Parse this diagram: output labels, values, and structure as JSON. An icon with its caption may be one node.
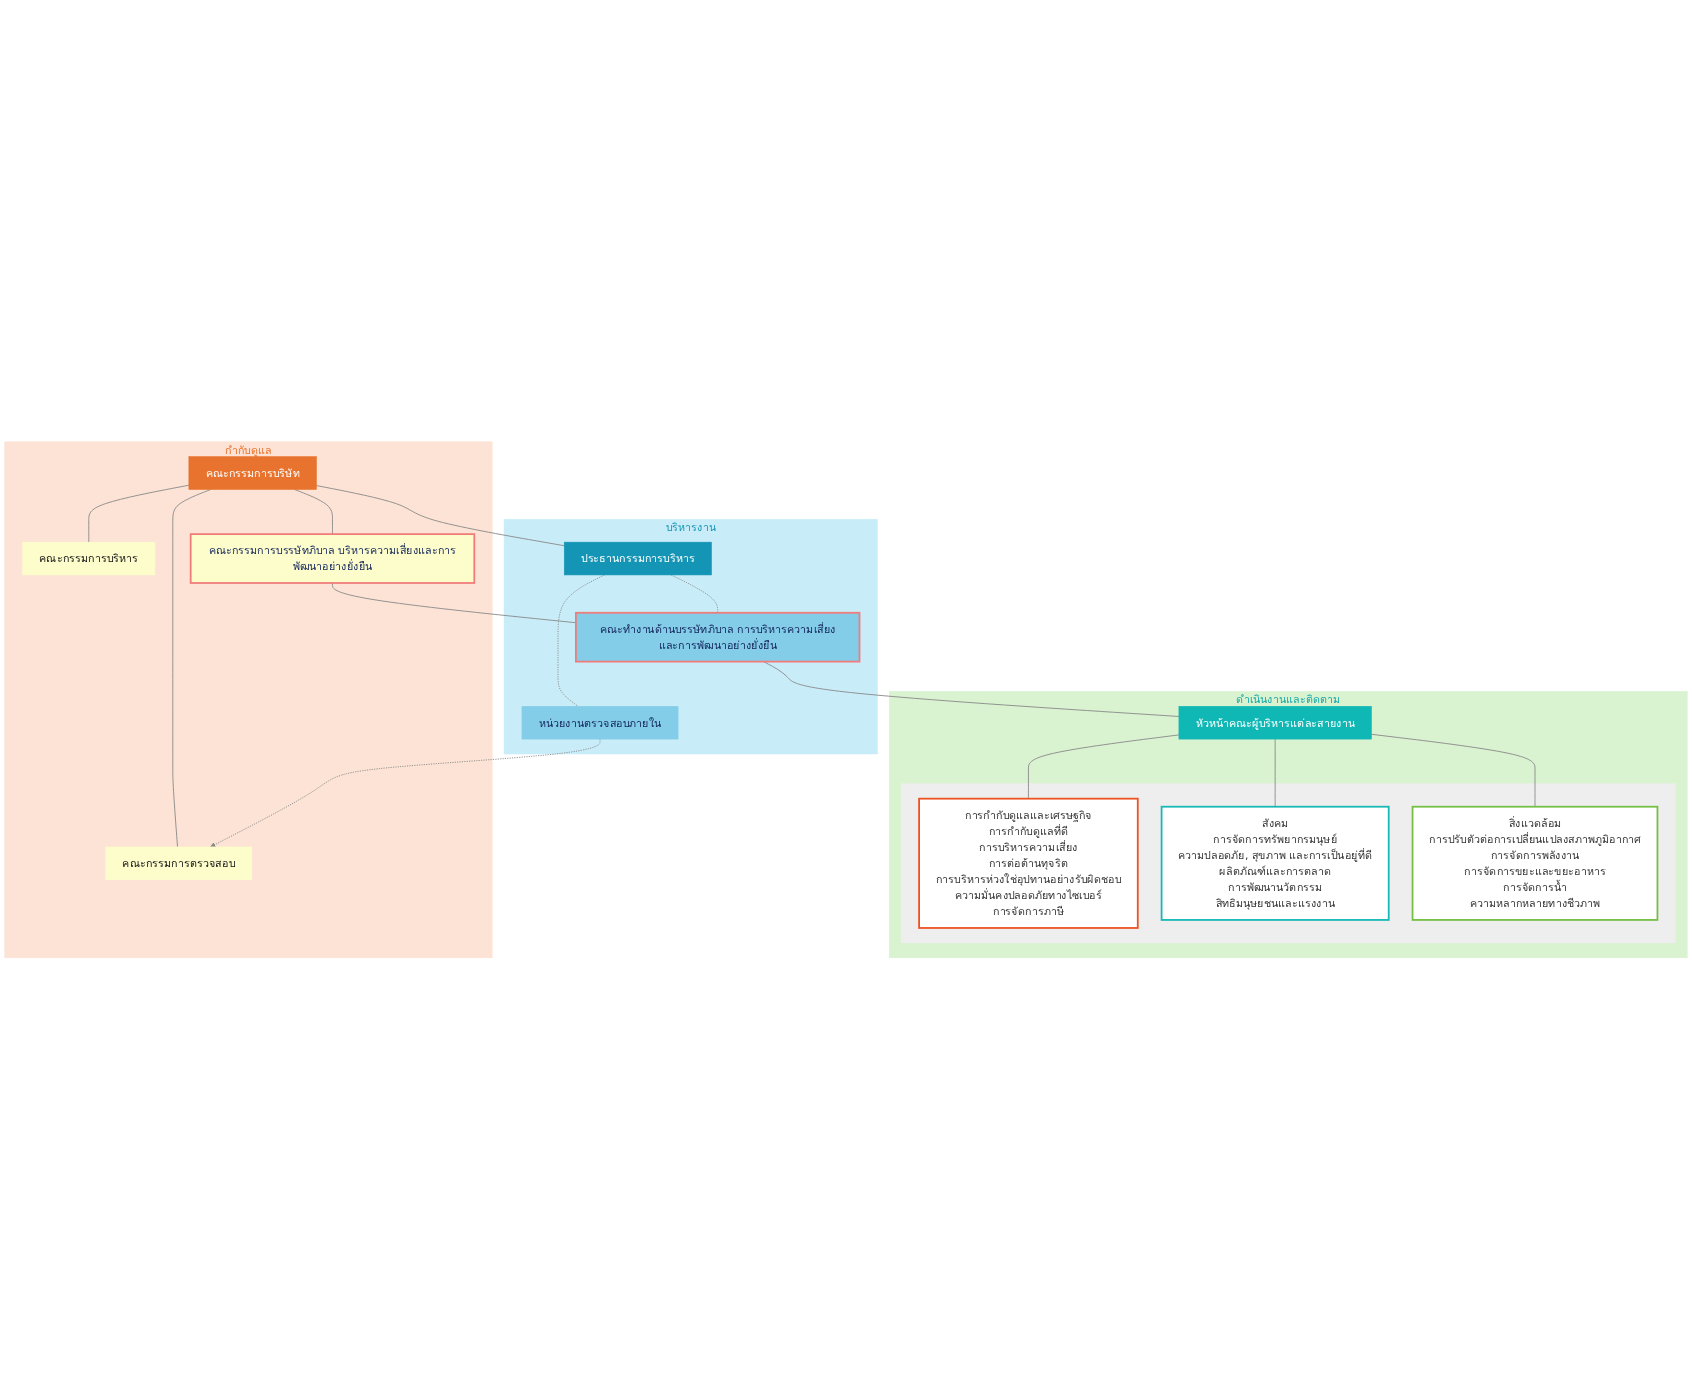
{
  "diagram": {
    "nodes": [
      {
        "text": [
          "กำกับดูแล"
        ]
      },
      {
        "text": [
          "คณะกรรมการบริษัท"
        ],
        "in": 0
      },
      {
        "text": [
          "คณะกรรมการบริหาร"
        ],
        "in": 0
      },
      {
        "text": [
          "คณะกรรมการตรวจสอบ"
        ],
        "in": 0
      },
      {
        "text": [
          "คณะกรรมการบรรษัทภิบาล บริหารความเสี่ยงและการพัฒนาอย่างยั่งยืน"
        ],
        "in": 0
      },
      {
        "text": [
          "บริหารงาน"
        ]
      },
      {
        "text": [
          "ประธานกรรมการบริหาร"
        ],
        "in": 5
      },
      {
        "text": [
          "หน่วยงานตรวจสอบภายใน"
        ],
        "in": 5
      },
      {
        "text": [
          "คณะทำงานด้านบรรษัทภิบาล การบริหารความเสี่ยงและการพัฒนาอย่างยั่งยืน"
        ],
        "in": 5
      },
      {
        "text": [
          "ดำเนินงานและติดตาม"
        ]
      },
      {
        "text": [
          "หัวหน้าคณะผู้บริหารแต่ละสายงาน"
        ],
        "in": 9
      },
      {
        "text": [],
        "shape": "box",
        "in": 9
      },
      {
        "text": [
          "การกำกับดูแลและเศรษฐกิจ",
          "การกำกับดูแลที่ดี",
          "การบริหารความเสี่ยง",
          "การต่อต้านทุจริต",
          "การบริหารห่วงใช่อุปทานอย่างรับผิดชอบ",
          "ความมั่นคงปลอดภัยทางไซเบอร์",
          "การจัดการภาษี"
        ],
        "in": 11
      },
      {
        "text": [
          "สังคม",
          "การจัดการทรัพยากรมนุษย์",
          "ความปลอดภัย, สุขภาพ และการเป็นอยู่ที่ดี",
          "ผลิตภัณฑ์และการตลาด",
          "การพัฒนานวัตกรรม",
          "สิทธิมนุษยชนและแรงงาน"
        ],
        "in": 11
      },
      {
        "text": [
          "สิ่งแวดล้อม",
          "การปรับตัวต่อการเปลี่ยนแปลงสภาพภูมิอากาศ",
          "การจัดการพลังงาน",
          "การจัดการขยะและขยะอาหาร",
          "การจัดการน้ำ",
          "ความหลากหลายทางชีวภาพ"
        ],
        "in": 11
      }
    ],
    "edges": [
      {
        "from": 1,
        "to": 2,
        "arrow": "none"
      },
      {
        "from": 1,
        "to": 3,
        "arrow": "none"
      },
      {
        "from": 1,
        "to": 4,
        "arrow": "none"
      },
      {
        "from": 1,
        "to": 6,
        "arrow": "none"
      },
      {
        "from": 7,
        "to": 3,
        "arrow": "to",
        "style": "dashed"
      },
      {
        "from": 6,
        "to": 7,
        "arrow": "none",
        "style": "dashed"
      },
      {
        "from": 6,
        "to": 8,
        "arrow": "none",
        "style": "dashed"
      },
      {
        "from": 4,
        "to": 8,
        "arrow": "none"
      },
      {
        "from": 8,
        "to": 10,
        "arrow": "none"
      },
      {
        "from": 10,
        "to": 12,
        "arrow": "none"
      },
      {
        "from": 10,
        "to": 13,
        "arrow": "none"
      },
      {
        "from": 10,
        "to": 14,
        "arrow": "none"
      }
    ]
  }
}
